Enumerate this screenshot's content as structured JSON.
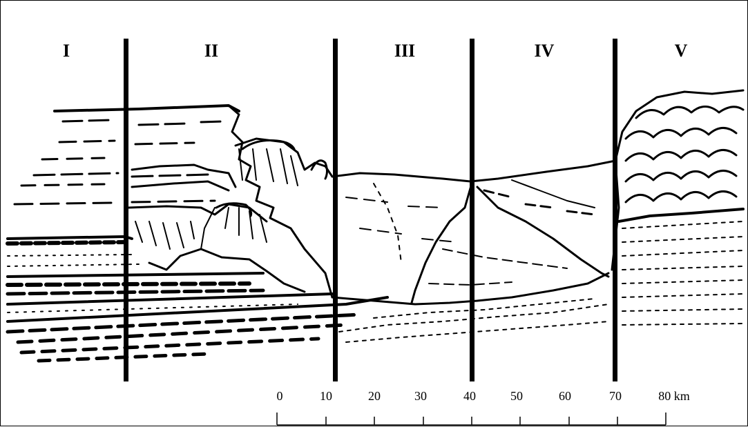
{
  "zones": [
    {
      "id": "z1",
      "label": "I"
    },
    {
      "id": "z2",
      "label": "II"
    },
    {
      "id": "z3",
      "label": "III"
    },
    {
      "id": "z4",
      "label": "IV"
    },
    {
      "id": "z5",
      "label": "V"
    }
  ],
  "scale_bar": {
    "ticks": [
      "0",
      "10",
      "20",
      "30",
      "40",
      "50",
      "60",
      "70",
      "80 km"
    ]
  },
  "colors": {
    "ink": "#000000",
    "paper": "#ffffff"
  }
}
